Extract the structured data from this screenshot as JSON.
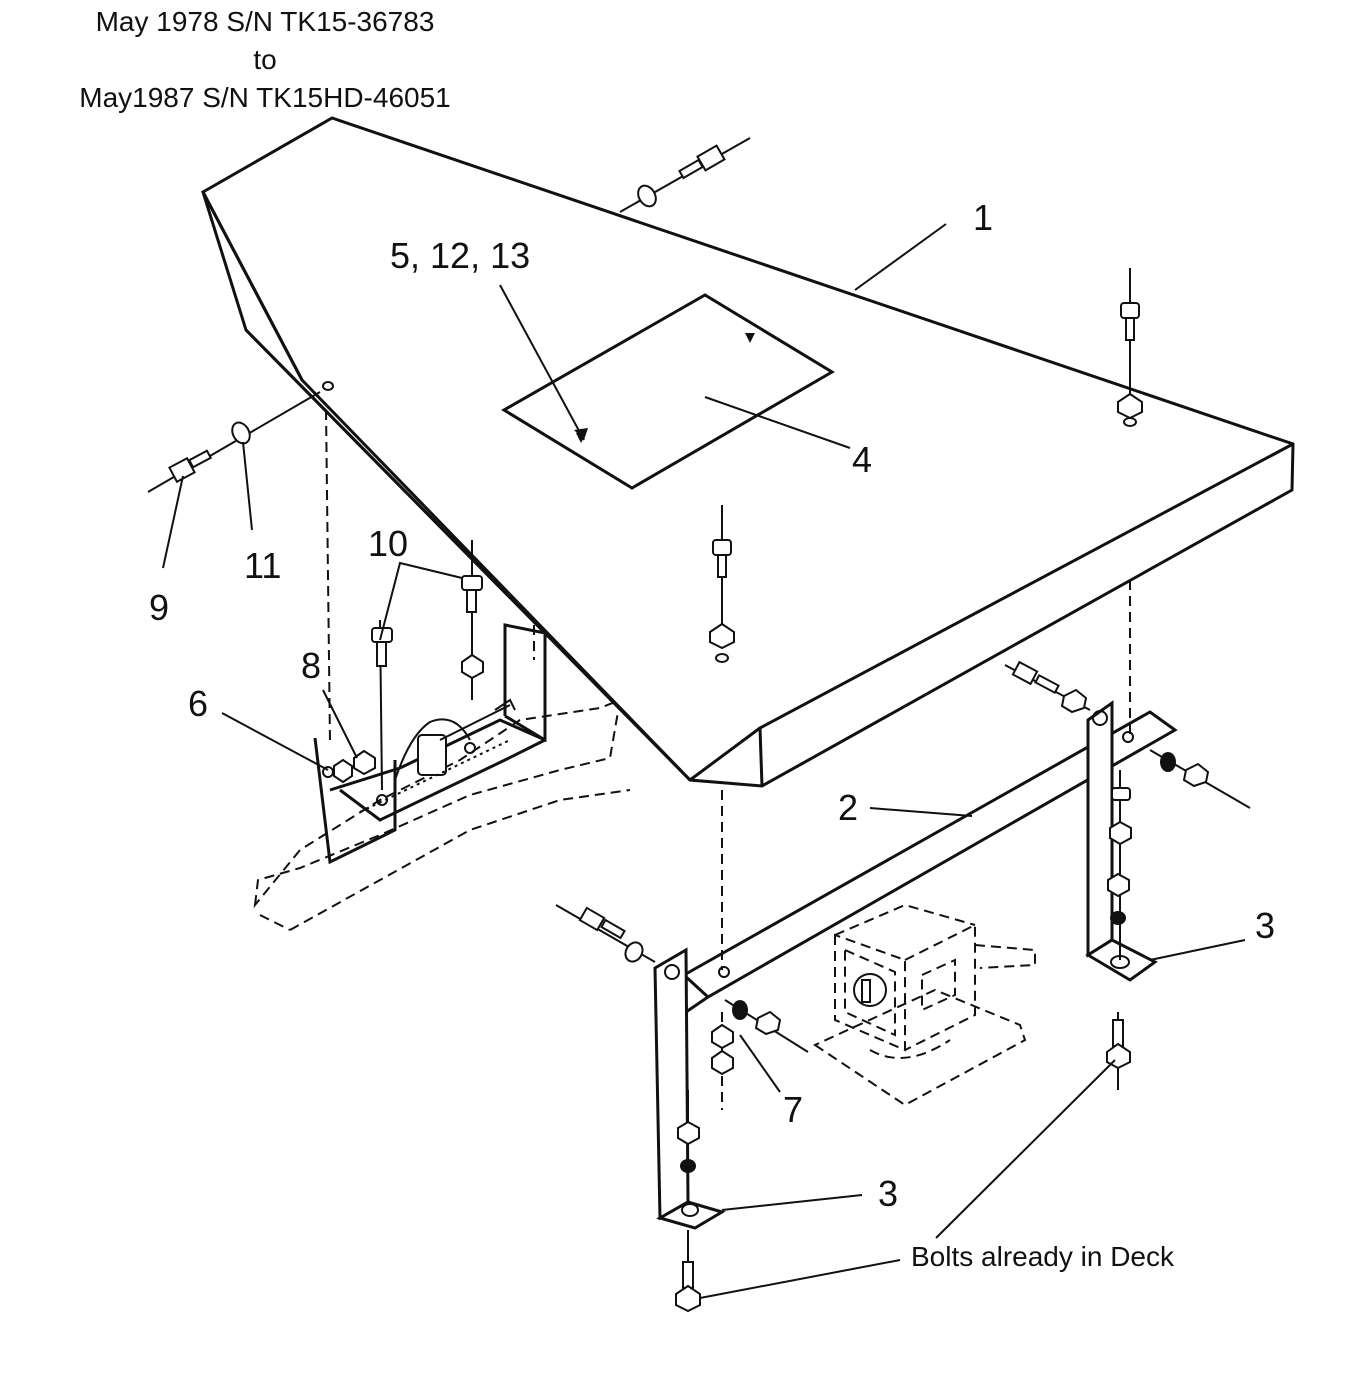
{
  "header": {
    "line1": "May 1978 S/N TK15-36783",
    "line2": "to",
    "line3": "May1987 S/N TK15HD-46051"
  },
  "callouts": {
    "c1": "1",
    "c2": "2",
    "c3a": "3",
    "c3b": "3",
    "c4": "4",
    "c5_12_13": "5, 12, 13",
    "c6": "6",
    "c7": "7",
    "c8": "8",
    "c9": "9",
    "c10": "10",
    "c11": "11"
  },
  "note": "Bolts already in Deck"
}
